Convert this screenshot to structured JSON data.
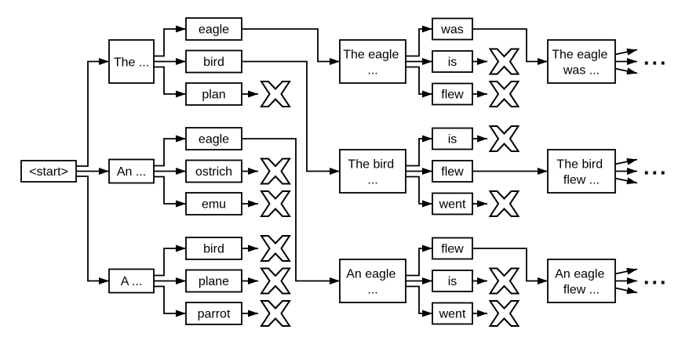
{
  "nodes": {
    "start": "<start>",
    "step1": [
      "The ...",
      "An ...",
      "A ..."
    ],
    "step1_tokens": [
      [
        "eagle",
        "bird",
        "plan"
      ],
      [
        "eagle",
        "ostrich",
        "emu"
      ],
      [
        "bird",
        "plane",
        "parrot"
      ]
    ],
    "step2_contexts": [
      [
        "The eagle",
        "..."
      ],
      [
        "The bird",
        "..."
      ],
      [
        "An eagle",
        "..."
      ]
    ],
    "step2_tokens": [
      [
        "was",
        "is",
        "flew"
      ],
      [
        "is",
        "flew",
        "went"
      ],
      [
        "flew",
        "is",
        "went"
      ]
    ],
    "step3_contexts": [
      [
        "The eagle",
        "was ..."
      ],
      [
        "The bird",
        "flew ..."
      ],
      [
        "An eagle",
        "flew ..."
      ]
    ],
    "continuation_ellipsis": "..."
  },
  "icons": {
    "x_mark": "pruned-x-icon"
  },
  "colors": {
    "stroke": "#000000",
    "node_fill": "#ffffff",
    "background": "#ffffff"
  }
}
